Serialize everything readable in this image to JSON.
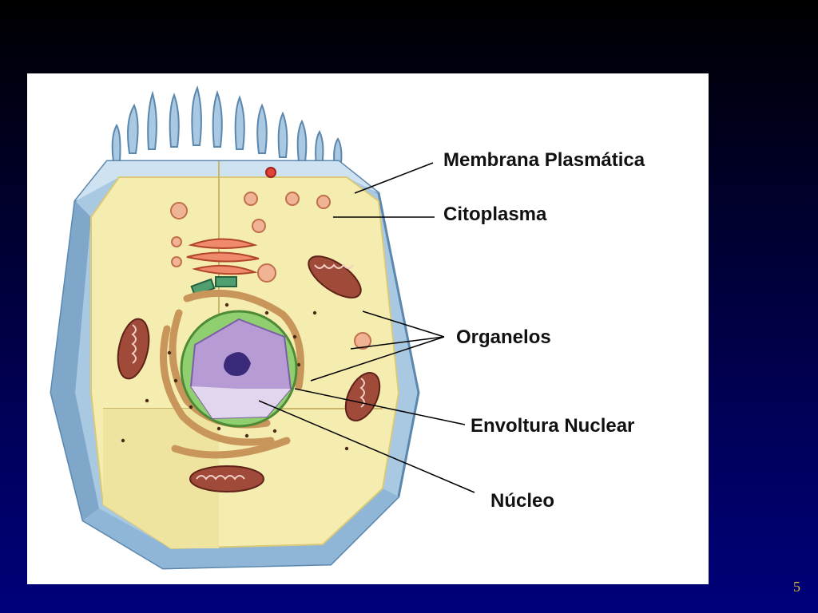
{
  "slide": {
    "page_number": "5"
  },
  "diagram": {
    "labels": {
      "membrana": "Membrana Plasmática",
      "citoplasma": "Citoplasma",
      "organelos": "Organelos",
      "envoltura": "Envoltura Nuclear",
      "nucleo": "Núcleo"
    },
    "colors": {
      "membrane": "#a9c9e3",
      "membrane_dark": "#7ea7c9",
      "cytoplasm": "#f5ecb0",
      "nucleus": "#b79bd4",
      "nuclear_envelope": "#8fcf6f",
      "mitochondria": "#8a3a2c",
      "er": "#c8955a",
      "slide_background": "#000060",
      "page_number": "#d8b040"
    }
  }
}
